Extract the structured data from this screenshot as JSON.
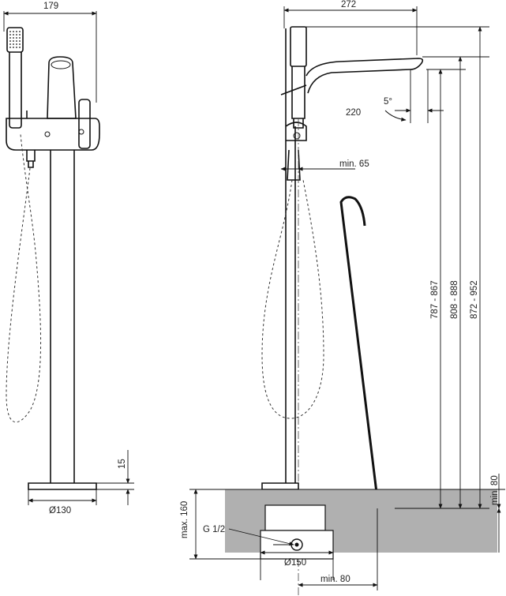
{
  "dimensions": {
    "side_width": "179",
    "base_height": "15",
    "base_diameter": "Ø130",
    "total_width": "272",
    "spout_reach": "220",
    "angle": "5°",
    "min_hose_clearance": "min. 65",
    "height_range_1": "787 - 867",
    "height_range_2": "808 - 888",
    "height_range_3": "872 - 952",
    "floor_min": "min. 80",
    "floor_max": "max. 160",
    "thread": "G 1/2",
    "flange_diameter": "Ø150",
    "min_offset": "min. 80"
  },
  "colors": {
    "line": "#111111",
    "floor": "#b0b0b0"
  }
}
